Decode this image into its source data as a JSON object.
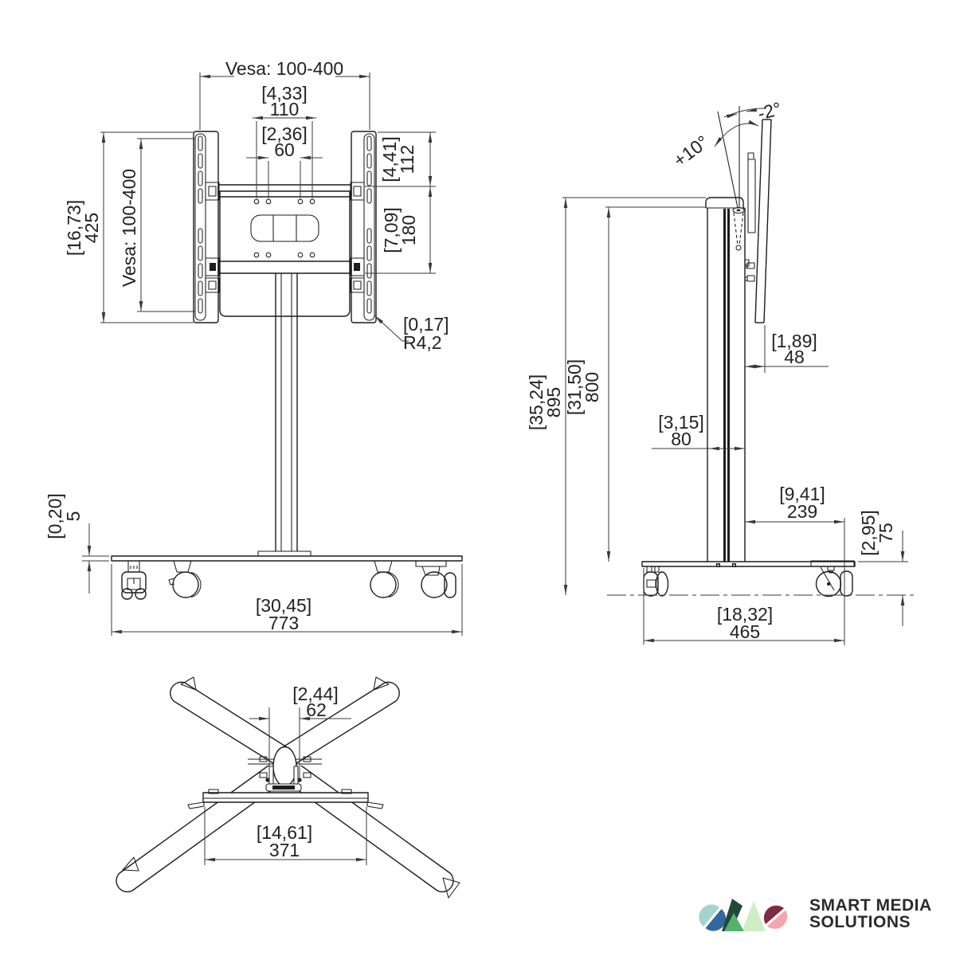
{
  "page": {
    "background": "#ffffff",
    "line_color": "#1c1c1c",
    "dim_color": "#3a3a3a"
  },
  "front_view": {
    "vesa_width_label": "Vesa: 100-400",
    "vesa_height_label": "Vesa: 100-400",
    "dim_bracket_width": {
      "inch": "[4,33]",
      "mm": "110"
    },
    "dim_hole_pitch": {
      "inch": "[2,36]",
      "mm": "60"
    },
    "dim_top_offset": {
      "inch": "[4,41]",
      "mm": "112"
    },
    "dim_bar_spacing": {
      "inch": "[7,09]",
      "mm": "180"
    },
    "dim_rail_height": {
      "inch": "[16,73]",
      "mm": "425"
    },
    "dim_slot_radius": {
      "inch": "[0,17]",
      "mm": "R4,2"
    },
    "dim_base_thickness": {
      "inch": "[0,20]",
      "mm": "5"
    },
    "dim_base_width": {
      "inch": "[30,45]",
      "mm": "773"
    }
  },
  "side_view": {
    "tilt_forward": "+10°",
    "tilt_backward": "-2°",
    "dim_total_height": {
      "inch": "[35,24]",
      "mm": "895"
    },
    "dim_column_height": {
      "inch": "[31,50]",
      "mm": "800"
    },
    "dim_column_depth": {
      "inch": "[3,15]",
      "mm": "80"
    },
    "dim_mount_offset": {
      "inch": "[1,89]",
      "mm": "48"
    },
    "dim_base_rear": {
      "inch": "[9,41]",
      "mm": "239"
    },
    "dim_caster_height": {
      "inch": "[2,95]",
      "mm": "75"
    },
    "dim_base_depth": {
      "inch": "[18,32]",
      "mm": "465"
    }
  },
  "bottom_view": {
    "dim_column_width": {
      "inch": "[2,44]",
      "mm": "62"
    },
    "dim_crossbar_width": {
      "inch": "[14,61]",
      "mm": "371"
    }
  },
  "logo": {
    "line1": "SMART MEDIA",
    "line2": "SOLUTIONS",
    "text_color": "#2b2b2b",
    "mark_colors": {
      "teal": "#a5d3cd",
      "blue": "#33699a",
      "dark_green": "#20493a",
      "mid_green": "#55b26c",
      "light_green": "#cfeec8",
      "maroon": "#7f2b43",
      "pink": "#f4a4ab"
    }
  }
}
